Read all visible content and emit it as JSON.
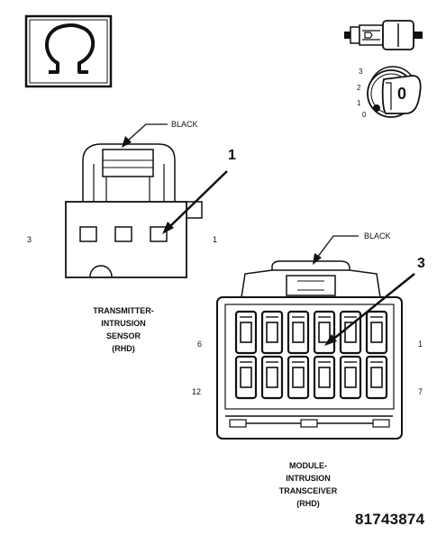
{
  "ohm_symbol": {
    "glyph": "Ω",
    "icon": "ohmmeter-icon"
  },
  "ignition": {
    "switch_icon": "ignition-switch-icon",
    "key_icon": "ignition-key-icon",
    "positions": [
      "3",
      "2",
      "1",
      "0"
    ],
    "key_label": "0"
  },
  "transmitter_connector": {
    "wire_color_label": "BLACK",
    "callout_number": "1",
    "pin_left": "3",
    "pin_right": "1",
    "caption_lines": [
      "TRANSMITTER-",
      "INTRUSION",
      "SENSOR",
      "(RHD)"
    ]
  },
  "module_connector": {
    "wire_color_label": "BLACK",
    "callout_number": "3",
    "pin_top_left": "6",
    "pin_top_right": "1",
    "pin_bottom_left": "12",
    "pin_bottom_right": "7",
    "caption_lines": [
      "MODULE-",
      "INTRUSION",
      "TRANSCEIVER",
      "(RHD)"
    ]
  },
  "drawing_number": "81743874"
}
